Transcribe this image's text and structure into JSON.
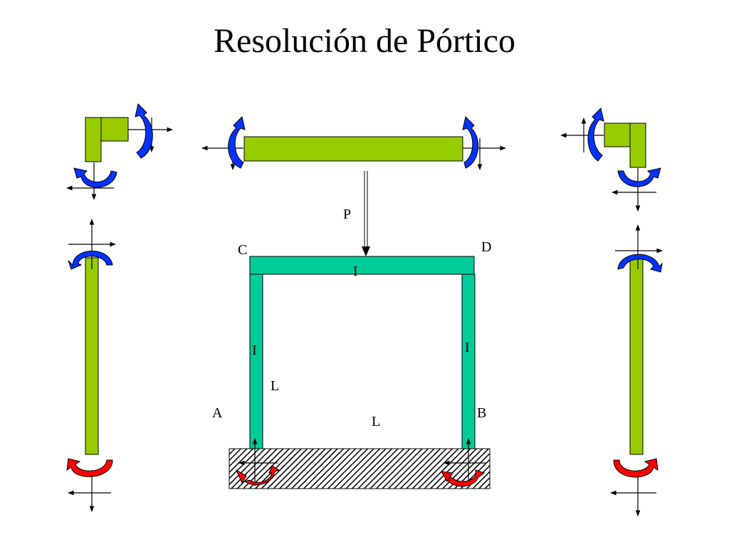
{
  "slide": {
    "title": "Resolución de Pórtico"
  },
  "frame": {
    "load_label": "P",
    "node_c": "C",
    "node_d": "D",
    "node_a": "A",
    "node_b": "B",
    "inertia_beam": "I",
    "inertia_left_column": "I",
    "inertia_right_column": "I",
    "height_label": "L",
    "span_label": "L"
  },
  "colors": {
    "member_green": "#99cc00",
    "frame_teal": "#00cc99",
    "moment_blue": "#0033ff",
    "moment_red": "#ff0000",
    "outline": "#000000"
  }
}
